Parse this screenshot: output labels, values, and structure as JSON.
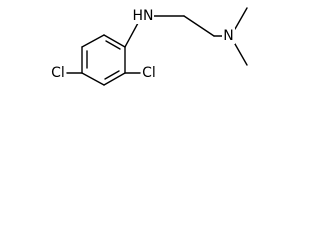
{
  "diagram": {
    "atoms": {
      "nh": "HN",
      "n": "N",
      "cl_left": "Cl",
      "cl_right": "Cl"
    },
    "colors": {
      "bond": "#000000",
      "label": "#000000",
      "background": "#ffffff"
    }
  }
}
